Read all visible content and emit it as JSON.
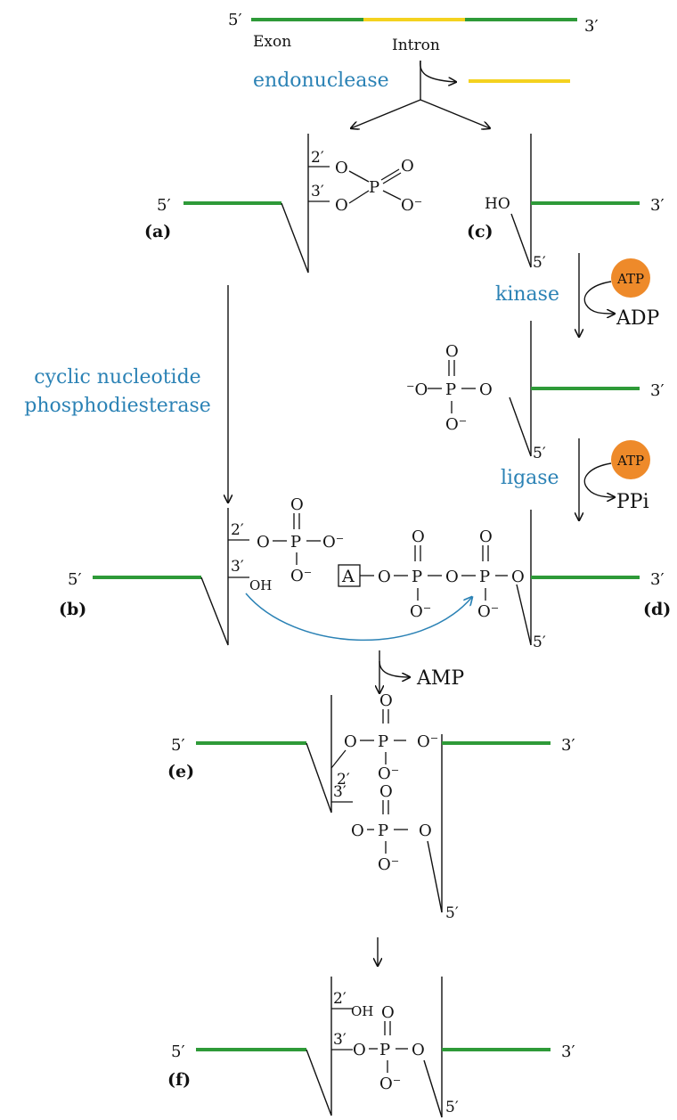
{
  "colors": {
    "exon": "#2e9a38",
    "intron": "#f4d21f",
    "enzyme_text": "#2b82b5",
    "atp_fill": "#ee8a2a",
    "ink": "#111111",
    "background": "#ffffff"
  },
  "top": {
    "five_prime": "5′",
    "three_prime": "3′",
    "exon_label": "Exon",
    "intron_label": "Intron",
    "enzyme": "endonuclease"
  },
  "panel_a": {
    "label": "(a)",
    "five_prime": "5′",
    "two_prime": "2′",
    "three_prime": "3′",
    "o": "O",
    "p": "P",
    "o_minus": "O⁻"
  },
  "panel_c": {
    "label": "(c)",
    "ho": "HO",
    "three_prime": "3′",
    "five_prime": "5′"
  },
  "kinase_step": {
    "enzyme": "kinase",
    "cofactor": "ATP",
    "product": "ADP"
  },
  "phospho_intermediate": {
    "minus_o": "⁻O",
    "p": "P",
    "o": "O",
    "o_minus": "O⁻",
    "three_prime": "3′",
    "five_prime": "5′"
  },
  "ligase_step": {
    "enzyme": "ligase",
    "cofactor": "ATP",
    "product": "PPi"
  },
  "left_enzyme": {
    "line1": "cyclic nucleotide",
    "line2": "phosphodiesterase"
  },
  "panel_b": {
    "label": "(b)",
    "five_prime": "5′",
    "two_prime": "2′",
    "three_prime": "3′",
    "oh": "OH",
    "o": "O",
    "p": "P",
    "o_minus": "O⁻"
  },
  "panel_d": {
    "label": "(d)",
    "adenosine": "A",
    "o": "O",
    "p": "P",
    "o_minus": "O⁻",
    "three_prime": "3′",
    "five_prime": "5′"
  },
  "amp_step": {
    "product": "AMP"
  },
  "panel_e": {
    "label": "(e)",
    "five_prime": "5′",
    "three_prime": "3′",
    "two_prime": "2′",
    "o": "O",
    "p": "P",
    "o_minus": "O⁻"
  },
  "panel_f": {
    "label": "(f)",
    "five_prime": "5′",
    "three_prime": "3′",
    "two_prime": "2′",
    "oh": "OH",
    "o": "O",
    "p": "P",
    "o_minus": "O⁻"
  }
}
